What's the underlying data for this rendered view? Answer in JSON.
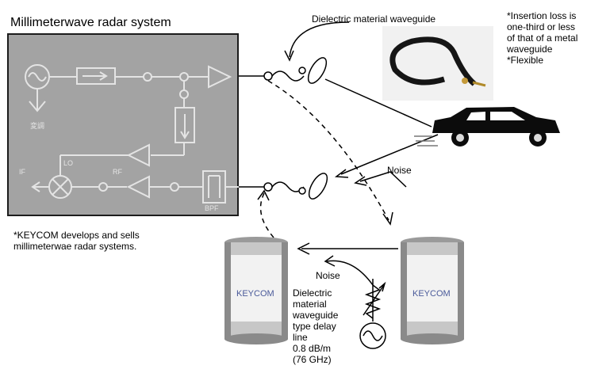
{
  "title": "Millimeterwave radar system",
  "guide_caption": "Dielectric material waveguide",
  "notes": {
    "insertion_loss": [
      "*Insertion loss is",
      "one-third or less",
      "of that of a metal",
      "waveguide"
    ],
    "flexible": "*Flexible"
  },
  "keycom_note": [
    "*KEYCOM develops and sells",
    "millimeterwae radar systems."
  ],
  "noise_right": "Noise",
  "noise_bottom": "Noise",
  "delay_line": [
    "Dielectric",
    "material",
    "waveguide",
    "type delay",
    "line",
    "0.8 dB/m",
    "(76 GHz)"
  ],
  "block_labels": {
    "modulation": "変調",
    "if": "IF",
    "lo": "LO",
    "rf": "RF",
    "bpf": "BPF"
  },
  "can_brand": "KEYCOM",
  "colors": {
    "panel": "#a3a3a3",
    "panel_lines": "#e4e4e4",
    "can_body": "#c7c7c7"
  }
}
